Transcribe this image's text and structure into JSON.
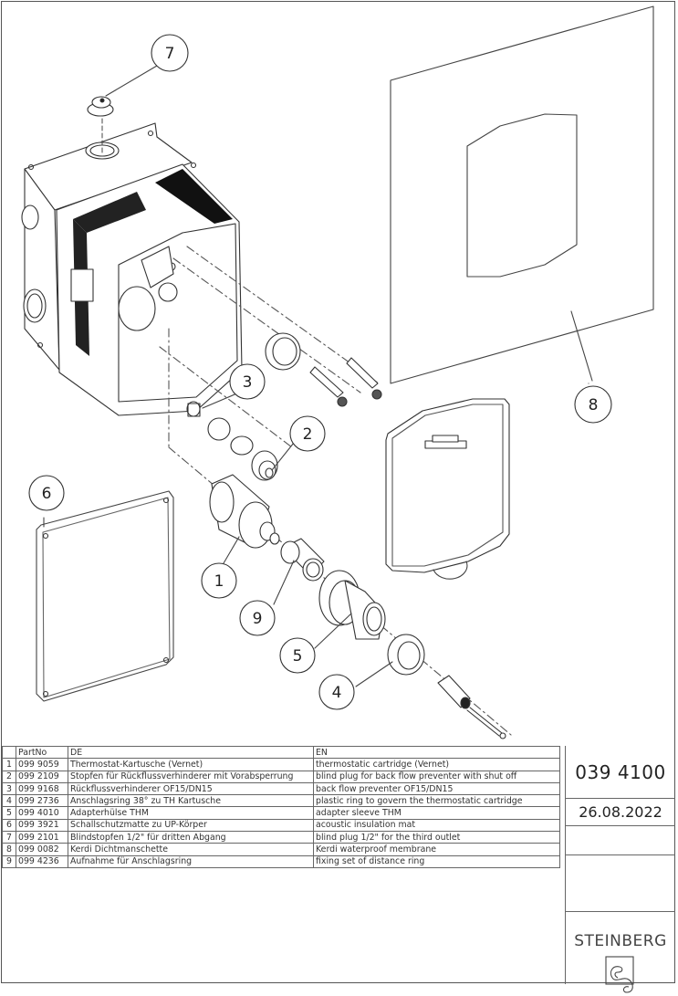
{
  "document": {
    "drawing_number": "039 4100",
    "date": "26.08.2022",
    "brand": "STEINBERG"
  },
  "parts_table": {
    "headers": {
      "pos": "",
      "part_no": "PartNo",
      "de": "DE",
      "en": "EN"
    },
    "rows": [
      {
        "pos": "1",
        "part_no": "099 9059",
        "de": "Thermostat-Kartusche (Vernet)",
        "en": "thermostatic cartridge (Vernet)"
      },
      {
        "pos": "2",
        "part_no": "099 2109",
        "de": "Stopfen für Rückflussverhinderer mit Vorabsperrung",
        "en": "blind plug for back flow preventer with shut off"
      },
      {
        "pos": "3",
        "part_no": "099 9168",
        "de": "Rückflussverhinderer OF15/DN15",
        "en": "back flow preventer OF15/DN15"
      },
      {
        "pos": "4",
        "part_no": "099 2736",
        "de": "Anschlagsring 38° zu TH Kartusche",
        "en": "plastic ring to govern the thermostatic cartridge"
      },
      {
        "pos": "5",
        "part_no": "099 4010",
        "de": "Adapterhülse THM",
        "en": "adapter sleeve THM"
      },
      {
        "pos": "6",
        "part_no": "099 3921",
        "de": "Schallschutzmatte zu UP-Körper",
        "en": "acoustic insulation mat"
      },
      {
        "pos": "7",
        "part_no": "099 2101",
        "de": "Blindstopfen 1/2\"  für dritten Abgang",
        "en": "blind plug 1/2\" for the third outlet"
      },
      {
        "pos": "8",
        "part_no": "099 0082",
        "de": "Kerdi Dichtmanschette",
        "en": "Kerdi waterproof membrane"
      },
      {
        "pos": "9",
        "part_no": "099 4236",
        "de": "Aufnahme für Anschlagsring",
        "en": "fixing set of distance ring"
      }
    ]
  },
  "balloons": {
    "b1": "1",
    "b2": "2",
    "b3": "3",
    "b4": "4",
    "b5": "5",
    "b6": "6",
    "b7": "7",
    "b8": "8",
    "b9": "9"
  },
  "icons": {
    "logo": "steinberg-logo-icon"
  }
}
